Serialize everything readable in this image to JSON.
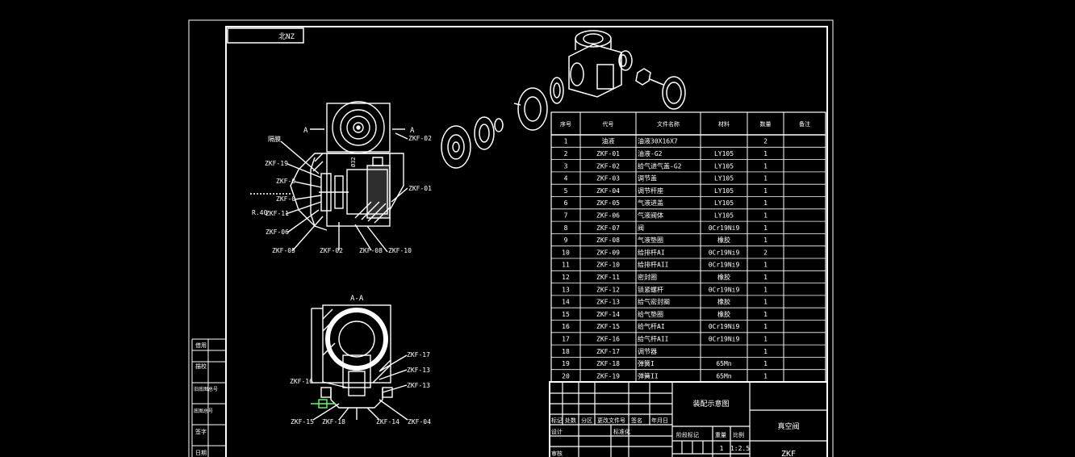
{
  "frame": {
    "corner_label": "北NZ"
  },
  "views": {
    "view_a_marks": [
      "A",
      "A"
    ],
    "section_title": "A-A",
    "dim_d": "Ø32",
    "dim_r": "R.40"
  },
  "callouts_top": [
    "隔膜",
    "ZKF-19",
    "ZKF-0",
    "ZKF-0",
    "ZKF-11",
    "ZKF-06",
    "ZKF-05",
    "ZKF-02",
    "ZKF-08",
    "ZKF-10",
    "ZKF-02",
    "ZKF-01"
  ],
  "callouts_bottom": [
    "ZKF-17",
    "ZKF-13",
    "ZKF-13",
    "ZKF-16",
    "ZKF-15",
    "ZKF-18",
    "ZKF-14",
    "ZKF-04"
  ],
  "bom": {
    "headers": [
      "序号",
      "代号",
      "文件名称",
      "材料",
      "数量",
      "备注"
    ],
    "rows": [
      [
        "1",
        "油液",
        "油液30X16X7",
        "",
        "2",
        ""
      ],
      [
        "2",
        "ZKF-01",
        "油液-G2",
        "LY105",
        "1",
        ""
      ],
      [
        "3",
        "ZKF-02",
        "给气进气盖-G2",
        "LY105",
        "1",
        ""
      ],
      [
        "4",
        "ZKF-03",
        "调节盖",
        "LY105",
        "1",
        ""
      ],
      [
        "5",
        "ZKF-04",
        "调节杆座",
        "LY105",
        "1",
        ""
      ],
      [
        "6",
        "ZKF-05",
        "气液进盖",
        "LY105",
        "1",
        ""
      ],
      [
        "7",
        "ZKF-06",
        "气液阀体",
        "LY105",
        "1",
        ""
      ],
      [
        "8",
        "ZKF-07",
        "阀",
        "0Cr19Ni9",
        "1",
        ""
      ],
      [
        "9",
        "ZKF-08",
        "气液垫圈",
        "橡胶",
        "1",
        ""
      ],
      [
        "10",
        "ZKF-09",
        "给排杆AI",
        "0Cr19Ni9",
        "2",
        ""
      ],
      [
        "11",
        "ZKF-10",
        "给排杆AII",
        "0Cr19Ni9",
        "1",
        ""
      ],
      [
        "12",
        "ZKF-11",
        "密封圈",
        "橡胶",
        "1",
        ""
      ],
      [
        "13",
        "ZKF-12",
        "锁紧螺杆",
        "0Cr19Ni9",
        "1",
        ""
      ],
      [
        "14",
        "ZKF-13",
        "给气密封圈",
        "橡胶",
        "1",
        ""
      ],
      [
        "15",
        "ZKF-14",
        "给气垫圈",
        "橡胶",
        "1",
        ""
      ],
      [
        "16",
        "ZKF-15",
        "给气杆AI",
        "0Cr19Ni9",
        "1",
        ""
      ],
      [
        "17",
        "ZKF-16",
        "给气杆AII",
        "0Cr19Ni9",
        "1",
        ""
      ],
      [
        "18",
        "ZKF-17",
        "调节器",
        "",
        "1",
        ""
      ],
      [
        "19",
        "ZKF-18",
        "弹簧I",
        "65Mn",
        "1",
        ""
      ],
      [
        "20",
        "ZKF-19",
        "弹簧II",
        "65Mn",
        "1",
        ""
      ]
    ]
  },
  "title_block": {
    "drawing_title": "装配示意图",
    "company": "真空阀",
    "drawing_no": "ZKF",
    "sign_row": [
      "标记",
      "处数",
      "分区",
      "更改文件号",
      "签名",
      "年月日"
    ],
    "row_design": "设计",
    "row_std": "标准化",
    "row_review": "审核",
    "stage_labels": [
      "阶段标记",
      "重量",
      "比例"
    ],
    "qty": "1",
    "scale": "1:2.5"
  },
  "left_strip": [
    "借用",
    "描校",
    "旧底图总号",
    "底图总号",
    "签字",
    "日期"
  ]
}
